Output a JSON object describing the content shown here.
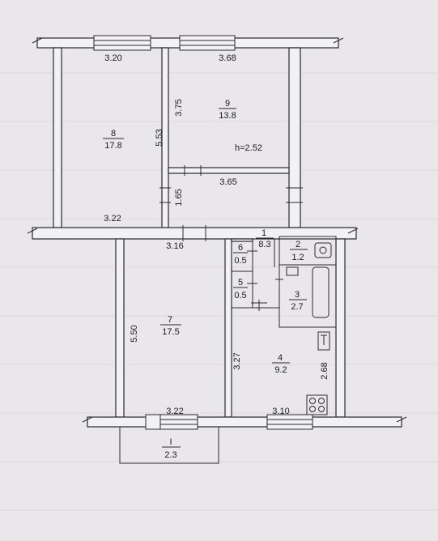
{
  "height_note": "h=2.52",
  "rooms": [
    {
      "id": "9",
      "area": "13.8"
    },
    {
      "id": "8",
      "area": "17.8"
    },
    {
      "id": "1",
      "area": "8.3"
    },
    {
      "id": "6",
      "area": "0.5"
    },
    {
      "id": "5",
      "area": "0.5"
    },
    {
      "id": "2",
      "area": "1.2"
    },
    {
      "id": "3",
      "area": "2.7"
    },
    {
      "id": "7",
      "area": "17.5"
    },
    {
      "id": "4",
      "area": "9.2"
    },
    {
      "id": "I",
      "area": "2.3"
    }
  ],
  "dimensions": {
    "d_3_20": "3.20",
    "d_3_68": "3.68",
    "d_3_75": "3.75",
    "d_5_53": "5.53",
    "d_3_65": "3.65",
    "d_1_65": "1.65",
    "d_3_22_top": "3.22",
    "d_3_16": "3.16",
    "d_5_50": "5.50",
    "d_3_27": "3.27",
    "d_2_68": "2.68",
    "d_3_22_bottom": "3.22",
    "d_3_10": "3.10"
  }
}
